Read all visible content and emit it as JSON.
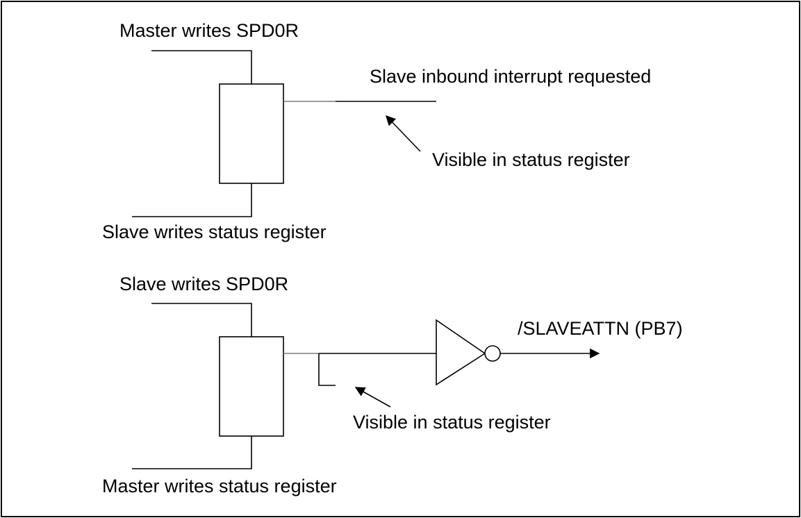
{
  "top_circuit": {
    "input_set_label": "Master writes SPD0R",
    "input_reset_label": "Slave writes status register",
    "output_label": "Slave inbound interrupt requested",
    "status_note": "Visible in status register"
  },
  "bottom_circuit": {
    "input_set_label": "Slave writes SPD0R",
    "input_reset_label": "Master writes status register",
    "output_label": "/SLAVEATTN (PB7)",
    "status_note": "Visible in status register"
  }
}
